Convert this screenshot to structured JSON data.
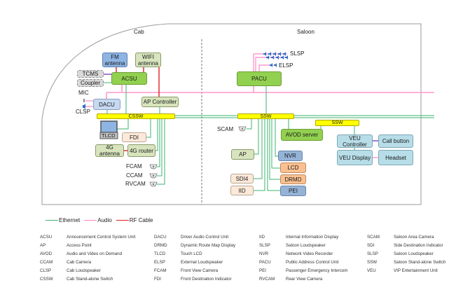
{
  "regions": {
    "cab": "Cab",
    "saloon": "Saloon"
  },
  "nodes": {
    "fm_antenna": "FM antenna",
    "wifi_antenna": "WIFI antenna",
    "acsu": "ACSU",
    "tcms": "TCMS",
    "coupler": "Coupler",
    "mic": "MIC",
    "clsp": "CLSP",
    "dacu": "DACU",
    "ap_controller": "AP Controller",
    "cssw": "CSSW",
    "tlcd": "TLCD",
    "fdi": "FDI",
    "antenna_4g": "4G antenna",
    "router_4g": "4G router",
    "fcam": "FCAM",
    "ccam": "CCAM",
    "rvcam": "RVCAM",
    "slsp": "SLSP",
    "elsp": "ELSP",
    "pacu": "PACU",
    "ssw": "SSW",
    "scam": "SCAM",
    "avod_server": "AVOD server",
    "ssw2": "SSW",
    "veu_controller": "VEU Controller",
    "call_button": "Call button",
    "veu_display": "VEU Display",
    "headset": "Headset",
    "ap": "AP",
    "nvr": "NVR",
    "lcd": "LCD",
    "drmd": "DRMD",
    "pei": "PEI",
    "sdi4": "SDI4",
    "iid": "IID"
  },
  "legend": [
    {
      "label": "Ethernet",
      "color": "#3cb371"
    },
    {
      "label": "Audio",
      "color": "#ff80c0"
    },
    {
      "label": "RF Cable",
      "color": "#e02020"
    }
  ],
  "abbreviations": [
    [
      {
        "abbr": "ACSU",
        "full": "Announcement Control System Unit"
      },
      {
        "abbr": "AP",
        "full": "Access Point"
      },
      {
        "abbr": "AVOD",
        "full": "Audio and Video on Demand"
      },
      {
        "abbr": "CCAM",
        "full": "Cab Camera"
      },
      {
        "abbr": "CLSP",
        "full": "Cab Loudspeaker"
      },
      {
        "abbr": "CSSW",
        "full": "Cab Stand-alone Switch"
      }
    ],
    [
      {
        "abbr": "DACU",
        "full": "Driver Audio Control Unit"
      },
      {
        "abbr": "DRMD",
        "full": "Dynamic Route Map Display"
      },
      {
        "abbr": "TLCD",
        "full": "Touch LCD"
      },
      {
        "abbr": "ELSP",
        "full": "External Loudspeaker"
      },
      {
        "abbr": "FCAM",
        "full": "Front View Camera"
      },
      {
        "abbr": "FDI",
        "full": "Front Destination Indicator"
      }
    ],
    [
      {
        "abbr": "IID",
        "full": "Internal Information Display"
      },
      {
        "abbr": "SLSP",
        "full": "Saloon Loudspeaker"
      },
      {
        "abbr": "NVR",
        "full": "Network Video Recorder"
      },
      {
        "abbr": "PACU",
        "full": "Public Address Control Unit"
      },
      {
        "abbr": "PEI",
        "full": "Passenger Emergency Intercom"
      },
      {
        "abbr": "RVCAM",
        "full": "Rear View Camera"
      }
    ],
    [
      {
        "abbr": "SCAM",
        "full": "Saloon Area Camera"
      },
      {
        "abbr": "SDI",
        "full": "Side Destination Indicator"
      },
      {
        "abbr": "SLSP",
        "full": "Saloon Loudspeaker"
      },
      {
        "abbr": "SSW",
        "full": "Saloon Stand-alone Switch"
      },
      {
        "abbr": "VEU",
        "full": "VIP Entertainment Unit"
      }
    ]
  ],
  "colors": {
    "ethernet": "#3cb371",
    "audio": "#ff80c0",
    "rf": "#e02020",
    "control": "#8040c0"
  }
}
